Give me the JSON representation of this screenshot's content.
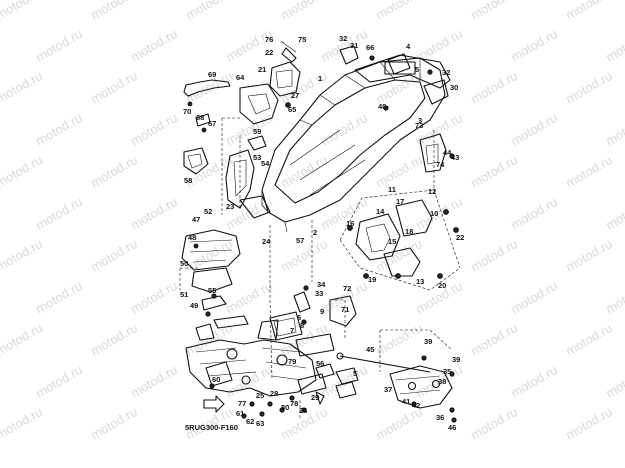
{
  "watermark": {
    "text": "motod.ru"
  },
  "figure_code": "5RUG300-F160",
  "callouts": [
    "76",
    "75",
    "22",
    "21",
    "27",
    "65",
    "69",
    "64",
    "70",
    "68",
    "67",
    "59",
    "53",
    "54",
    "58",
    "23",
    "24",
    "57",
    "2",
    "52",
    "47",
    "48",
    "51",
    "49",
    "50",
    "55",
    "1",
    "32",
    "31",
    "66",
    "4",
    "5",
    "32",
    "30",
    "40",
    "3",
    "73",
    "44",
    "43",
    "74",
    "11",
    "12",
    "14",
    "17",
    "16",
    "18",
    "15",
    "19",
    "13",
    "20",
    "22",
    "10",
    "34",
    "33",
    "72",
    "71",
    "9",
    "7",
    "8",
    "6",
    "45",
    "37",
    "39",
    "39",
    "35",
    "36",
    "38",
    "41",
    "42",
    "46",
    "60",
    "61",
    "62",
    "63",
    "25",
    "28",
    "26",
    "29",
    "77",
    "80",
    "78",
    "79",
    "56",
    "5"
  ]
}
